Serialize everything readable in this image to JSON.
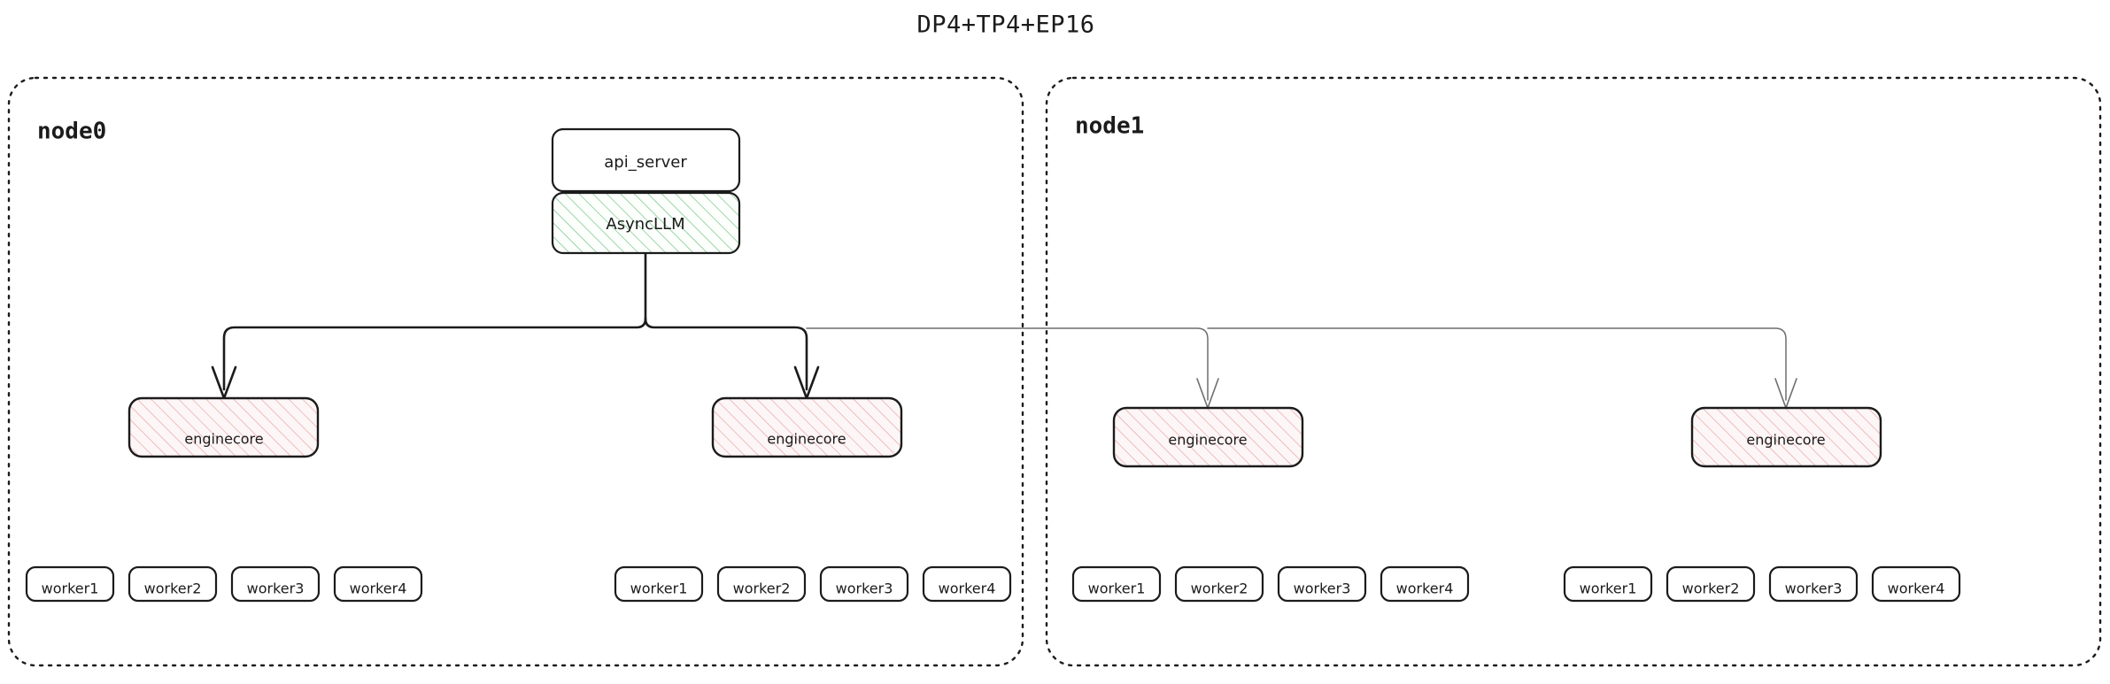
{
  "title": "DP4+TP4+EP16",
  "colors": {
    "stroke": "#1b1b1b",
    "light_stroke": "#6e6e6e",
    "hatch_green": "#6abf7f",
    "hatch_red": "#e8a0a0",
    "background": "#ffffff"
  },
  "nodes": [
    {
      "label": "node0",
      "boxes": {
        "api_server": "api_server",
        "async_llm": "AsyncLLM",
        "enginecore_left": "enginecore",
        "enginecore_right": "enginecore"
      },
      "worker_groups": [
        {
          "workers": [
            "worker1",
            "worker2",
            "worker3",
            "worker4"
          ]
        },
        {
          "workers": [
            "worker1",
            "worker2",
            "worker3",
            "worker4"
          ]
        }
      ]
    },
    {
      "label": "node1",
      "boxes": {
        "enginecore_left": "enginecore",
        "enginecore_right": "enginecore"
      },
      "worker_groups": [
        {
          "workers": [
            "worker1",
            "worker2",
            "worker3",
            "worker4"
          ]
        },
        {
          "workers": [
            "worker1",
            "worker2",
            "worker3",
            "worker4"
          ]
        }
      ]
    }
  ]
}
